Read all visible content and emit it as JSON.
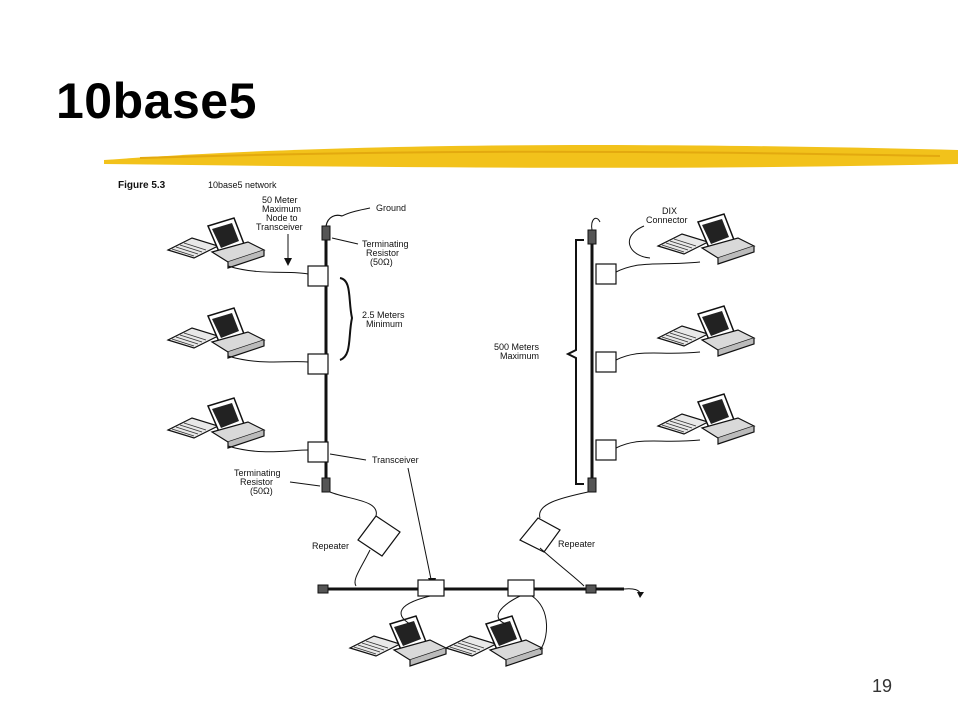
{
  "slide": {
    "title": "10base5",
    "page_number": "19",
    "accent_color": "#f2c21b"
  },
  "figure": {
    "caption_prefix": "Figure 5.3",
    "caption_title": "10base5 network",
    "labels": {
      "max_node_1": "50 Meter",
      "max_node_2": "Maximum",
      "max_node_3": "Node to",
      "max_node_4": "Transceiver",
      "ground": "Ground",
      "term_top_1": "Terminating",
      "term_top_2": "Resistor",
      "term_top_3": "(50Ω)",
      "spacing_1": "2.5 Meters",
      "spacing_2": "Minimum",
      "dix_1": "DIX",
      "dix_2": "Connector",
      "segment_1": "500 Meters",
      "segment_2": "Maximum",
      "term_bot_1": "Terminating",
      "term_bot_2": "Resistor",
      "term_bot_3": "(50Ω)",
      "transceiver": "Transceiver",
      "repeater_left": "Repeater",
      "repeater_right": "Repeater"
    }
  }
}
